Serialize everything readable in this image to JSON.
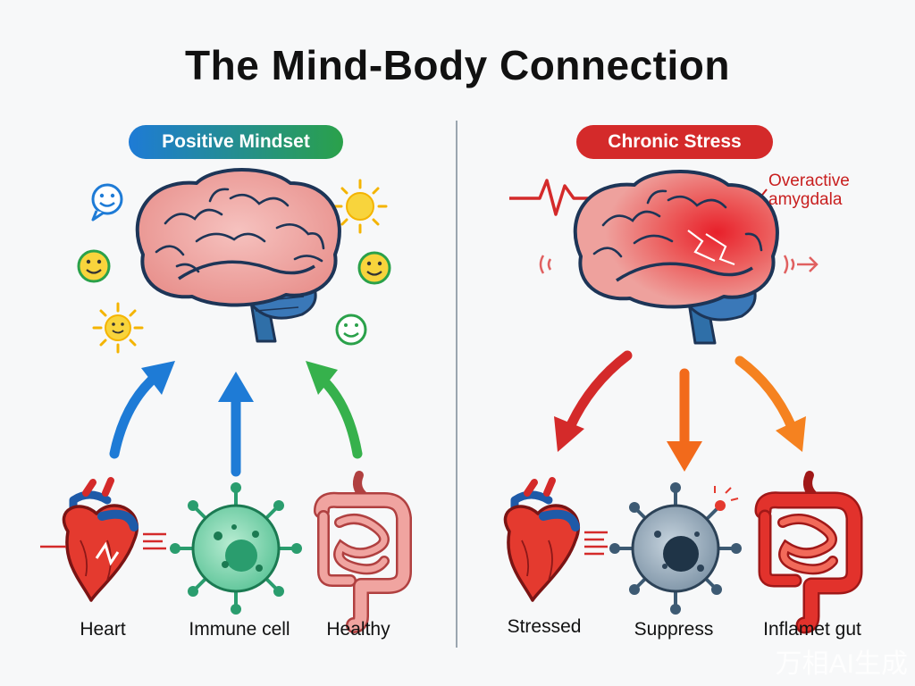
{
  "title": "The Mind-Body Connection",
  "positive": {
    "label": "Positive Mindset",
    "captions": [
      "Heart",
      "Immune cell",
      "Healthy"
    ]
  },
  "negative": {
    "label": "Chronic Stress",
    "amygdala_label": "Overactive amygdala",
    "captions": [
      "Stressed",
      "Suppress",
      "Inflamet gut"
    ]
  },
  "watermark": "万相AI生成",
  "colors": {
    "blue": "#1e7bd6",
    "green": "#2aa14a",
    "red": "#d42a2a",
    "orange": "#f07a1a",
    "sun": "#f4b400"
  },
  "icons": [
    "smiley-icon",
    "sun-icon",
    "brain-icon",
    "heart-icon",
    "immune-cell-icon",
    "gut-icon",
    "arrow-up-icon",
    "arrow-down-icon",
    "ecg-line-icon"
  ]
}
